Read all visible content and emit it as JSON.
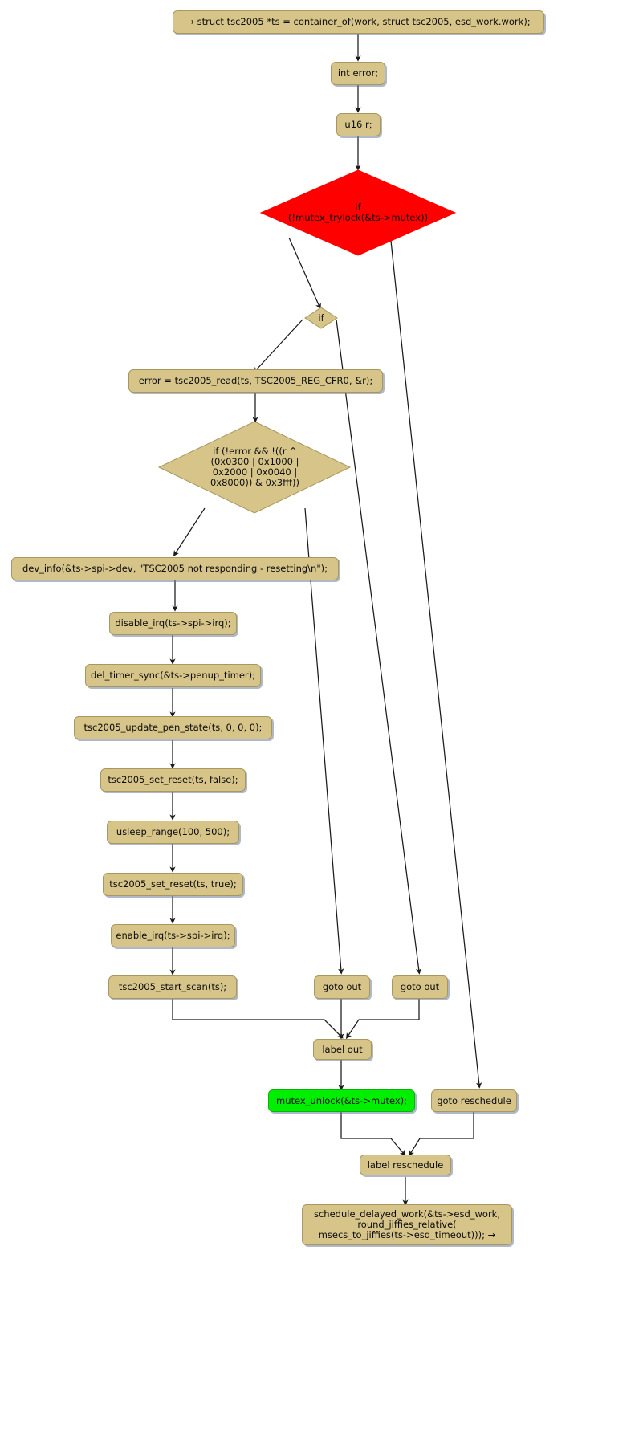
{
  "diagram": {
    "title": "tsc2005_esd_work activity flowchart",
    "type": "activity-flowchart",
    "background": "#ffffff",
    "palette": {
      "node_fill": "#d6c489",
      "node_stroke": "#a8985f",
      "highlight_red": "#ff0000",
      "highlight_green": "#00ef00",
      "edge": "#1a1a1a",
      "shadow": "#6e7da0",
      "text": "#0d0d0d"
    },
    "nodes": [
      {
        "id": "n_entry",
        "label": "→ struct tsc2005 *ts = container_of(work, struct tsc2005, esd_work.work);",
        "shape": "box",
        "style": "normal"
      },
      {
        "id": "n_interror",
        "label": "int error;",
        "shape": "box",
        "style": "normal"
      },
      {
        "id": "n_u16r",
        "label": "u16 r;",
        "shape": "box",
        "style": "normal"
      },
      {
        "id": "n_if_mutex",
        "label": "if\n(!mutex_trylock(&ts->mutex))",
        "shape": "diamond",
        "style": "red"
      },
      {
        "id": "n_if_small",
        "label": "if",
        "shape": "diamond",
        "style": "normal"
      },
      {
        "id": "n_read",
        "label": "error = tsc2005_read(ts, TSC2005_REG_CFR0, &r);",
        "shape": "box",
        "style": "normal"
      },
      {
        "id": "n_if_cond",
        "label": "if (!error && !((r ^\n(0x0300 | 0x1000 |\n0x2000 | 0x0040 |\n0x8000)) & 0x3fff))",
        "shape": "diamond",
        "style": "normal"
      },
      {
        "id": "n_devinfo",
        "label": "dev_info(&ts->spi->dev, \"TSC2005 not responding - resetting\\n\");",
        "shape": "box",
        "style": "normal"
      },
      {
        "id": "n_disable_irq",
        "label": "disable_irq(ts->spi->irq);",
        "shape": "box",
        "style": "normal"
      },
      {
        "id": "n_del_timer",
        "label": "del_timer_sync(&ts->penup_timer);",
        "shape": "box",
        "style": "normal"
      },
      {
        "id": "n_update_pen",
        "label": "tsc2005_update_pen_state(ts, 0, 0, 0);",
        "shape": "box",
        "style": "normal"
      },
      {
        "id": "n_reset_false",
        "label": "tsc2005_set_reset(ts, false);",
        "shape": "box",
        "style": "normal"
      },
      {
        "id": "n_usleep",
        "label": "usleep_range(100, 500);",
        "shape": "box",
        "style": "normal"
      },
      {
        "id": "n_reset_true",
        "label": "tsc2005_set_reset(ts, true);",
        "shape": "box",
        "style": "normal"
      },
      {
        "id": "n_enable_irq",
        "label": "enable_irq(ts->spi->irq);",
        "shape": "box",
        "style": "normal"
      },
      {
        "id": "n_start_scan",
        "label": "tsc2005_start_scan(ts);",
        "shape": "box",
        "style": "normal"
      },
      {
        "id": "n_goto_out_1",
        "label": "goto out",
        "shape": "box",
        "style": "normal"
      },
      {
        "id": "n_goto_out_2",
        "label": "goto out",
        "shape": "box",
        "style": "normal"
      },
      {
        "id": "n_label_out",
        "label": "label out",
        "shape": "box",
        "style": "normal"
      },
      {
        "id": "n_unlock",
        "label": "mutex_unlock(&ts->mutex);",
        "shape": "box",
        "style": "green"
      },
      {
        "id": "n_goto_resch",
        "label": "goto reschedule",
        "shape": "box",
        "style": "normal"
      },
      {
        "id": "n_label_resch",
        "label": "label reschedule",
        "shape": "box",
        "style": "normal"
      },
      {
        "id": "n_schedule",
        "label": "schedule_delayed_work(&ts->esd_work,\nround_jiffies_relative(\nmsecs_to_jiffies(ts->esd_timeout))); →",
        "shape": "box",
        "style": "normal"
      }
    ],
    "edges": [
      {
        "from": "n_entry",
        "to": "n_interror"
      },
      {
        "from": "n_interror",
        "to": "n_u16r"
      },
      {
        "from": "n_u16r",
        "to": "n_if_mutex"
      },
      {
        "from": "n_if_mutex",
        "to": "n_if_small"
      },
      {
        "from": "n_if_mutex",
        "to": "n_goto_resch"
      },
      {
        "from": "n_if_small",
        "to": "n_read"
      },
      {
        "from": "n_if_small",
        "to": "n_goto_out_2"
      },
      {
        "from": "n_read",
        "to": "n_if_cond"
      },
      {
        "from": "n_if_cond",
        "to": "n_devinfo"
      },
      {
        "from": "n_if_cond",
        "to": "n_goto_out_1"
      },
      {
        "from": "n_devinfo",
        "to": "n_disable_irq"
      },
      {
        "from": "n_disable_irq",
        "to": "n_del_timer"
      },
      {
        "from": "n_del_timer",
        "to": "n_update_pen"
      },
      {
        "from": "n_update_pen",
        "to": "n_reset_false"
      },
      {
        "from": "n_reset_false",
        "to": "n_usleep"
      },
      {
        "from": "n_usleep",
        "to": "n_reset_true"
      },
      {
        "from": "n_reset_true",
        "to": "n_enable_irq"
      },
      {
        "from": "n_enable_irq",
        "to": "n_start_scan"
      },
      {
        "from": "n_start_scan",
        "to": "n_label_out"
      },
      {
        "from": "n_goto_out_1",
        "to": "n_label_out"
      },
      {
        "from": "n_goto_out_2",
        "to": "n_label_out"
      },
      {
        "from": "n_label_out",
        "to": "n_unlock"
      },
      {
        "from": "n_unlock",
        "to": "n_label_resch"
      },
      {
        "from": "n_goto_resch",
        "to": "n_label_resch"
      },
      {
        "from": "n_label_resch",
        "to": "n_schedule"
      }
    ]
  }
}
